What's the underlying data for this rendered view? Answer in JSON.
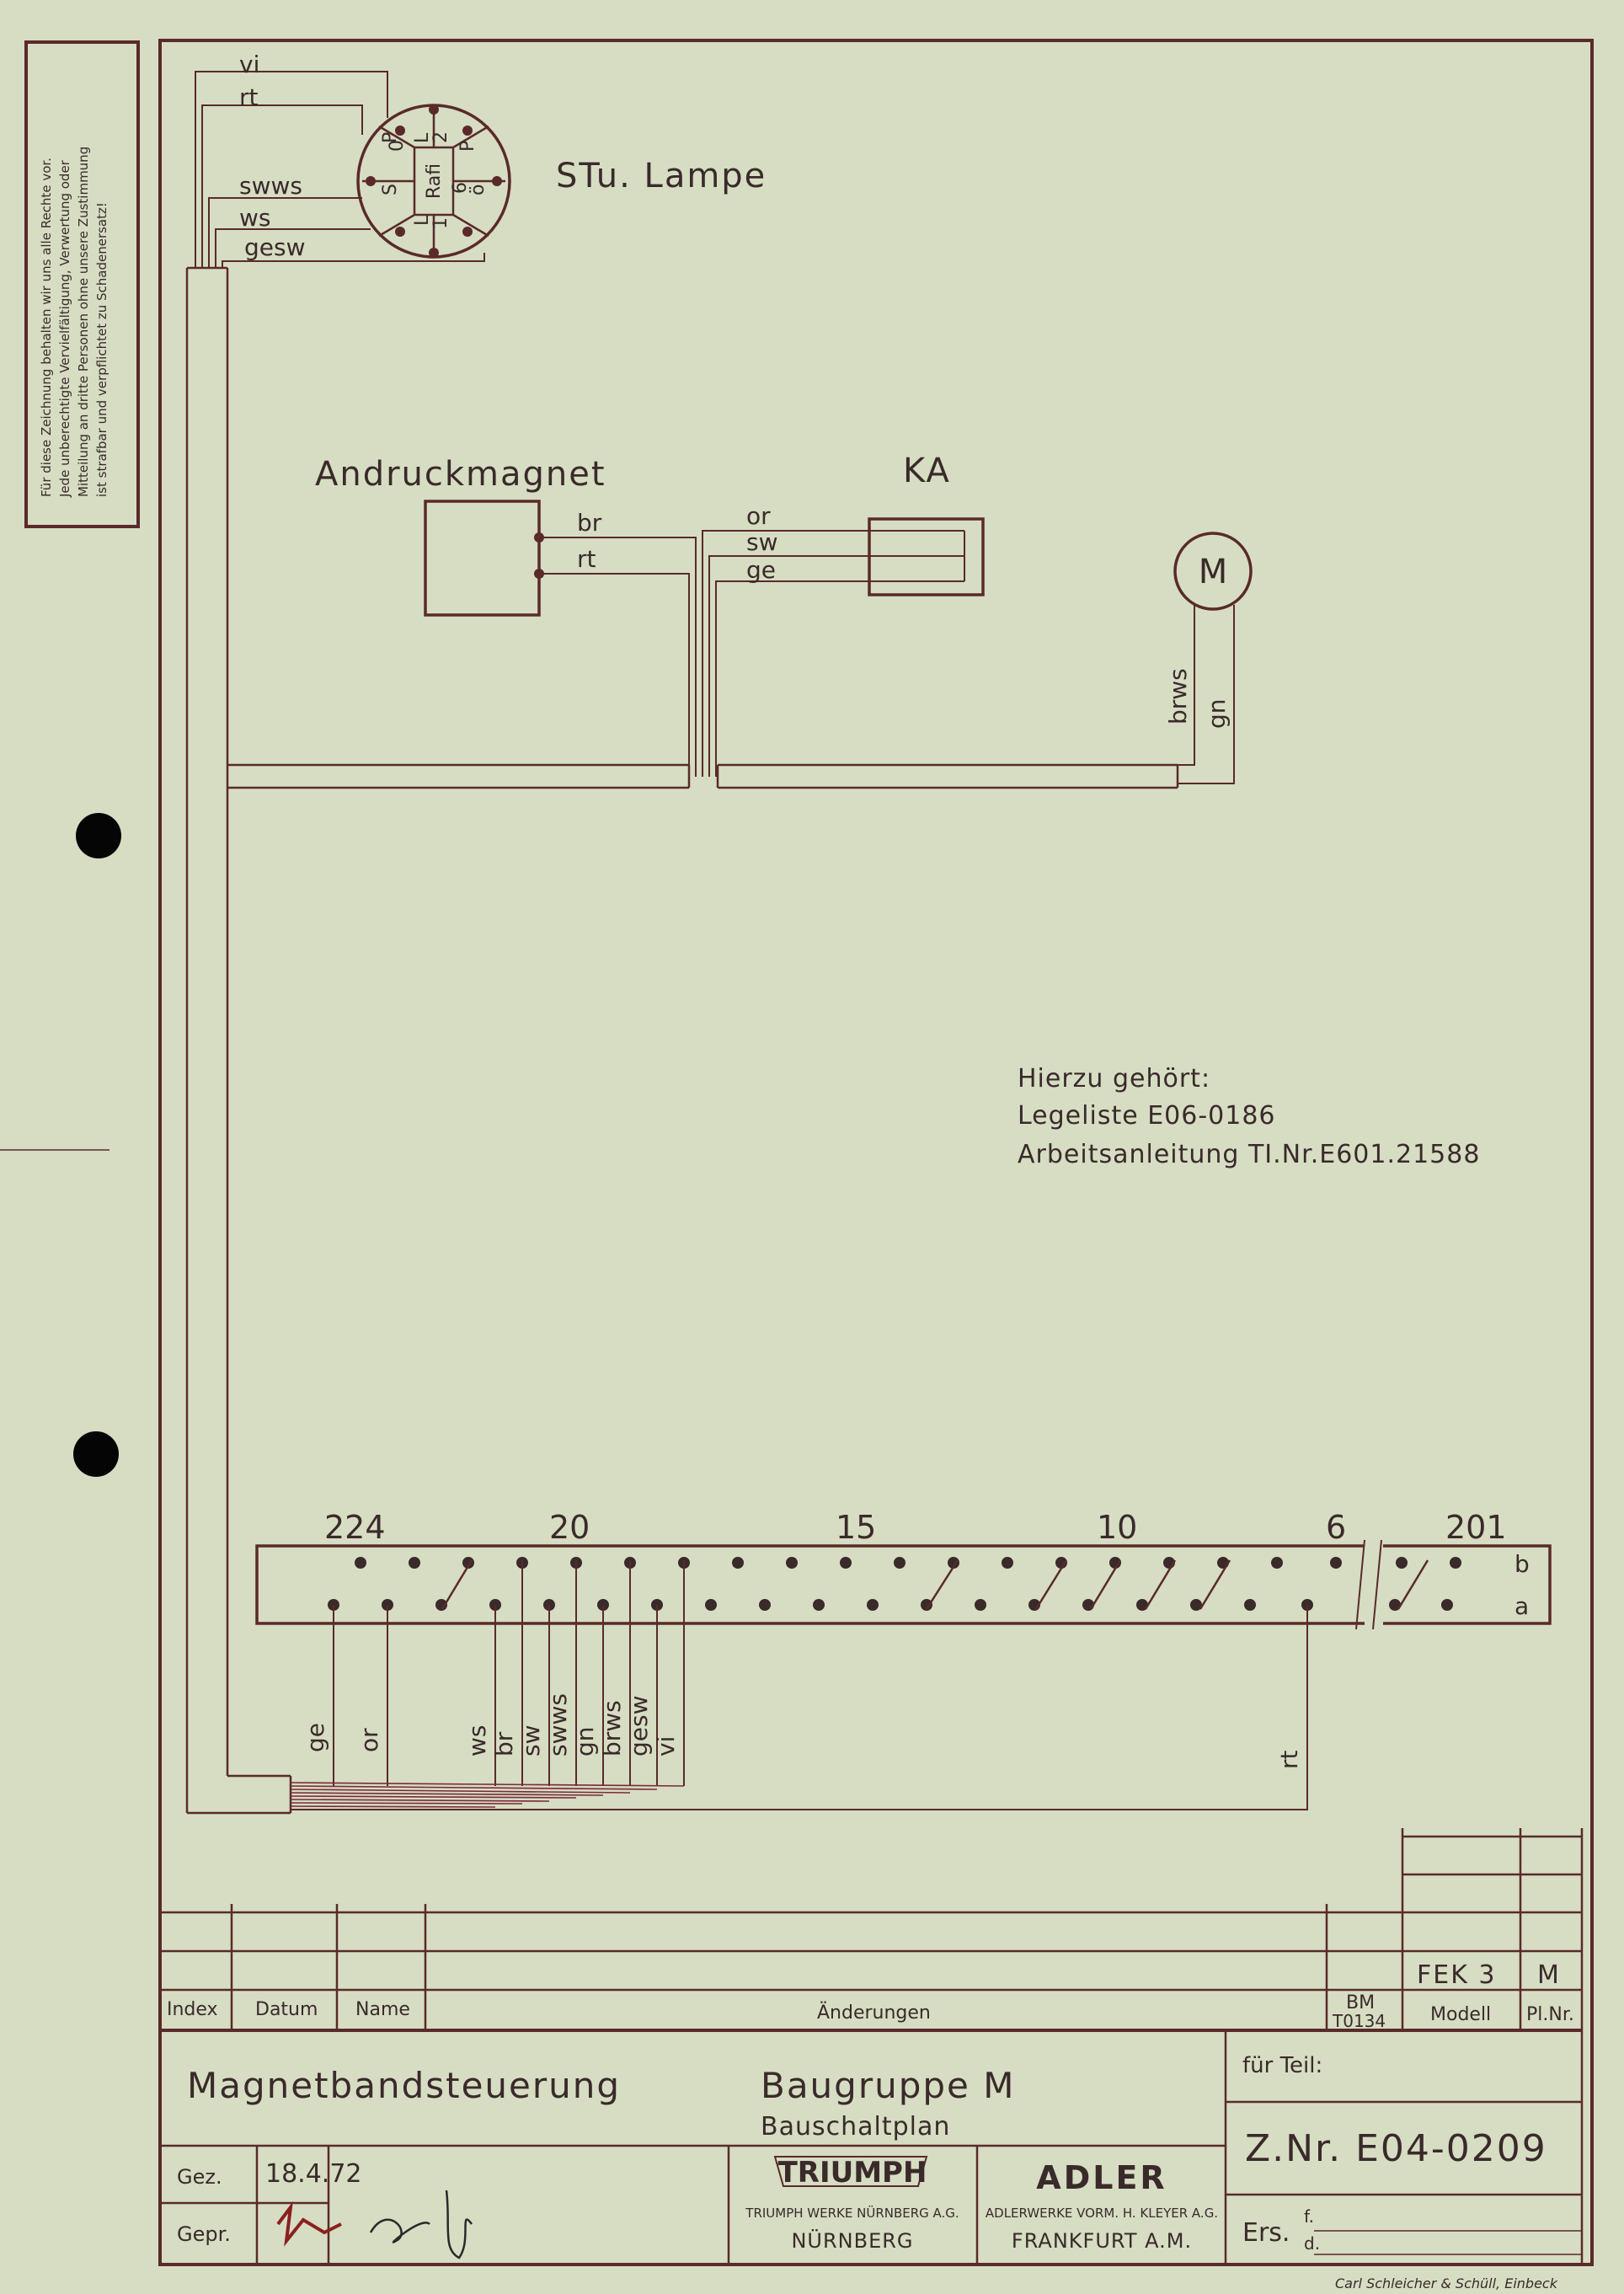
{
  "notice": {
    "lines": [
      "Für diese Zeichnung behalten wir uns alle Rechte vor.",
      "Jede unberechtigte Vervielfältigung, Verwertung oder",
      "Mitteilung an dritte Personen ohne unsere Zustimmung",
      "ist strafbar und verpflichtet zu Schadenersatz!"
    ]
  },
  "connector": {
    "title": "STu. Lampe",
    "pins": [
      "L",
      "2",
      "P",
      "6",
      "ö",
      "1",
      "L",
      "S",
      "0",
      "P"
    ],
    "center_label": "Rafi"
  },
  "wires_top": [
    "vi",
    "rt",
    "swws",
    "ws",
    "gesw"
  ],
  "andruck": {
    "label": "Andruckmagnet",
    "wires": [
      "br",
      "rt"
    ]
  },
  "ka": {
    "label": "KA",
    "wires": [
      "or",
      "sw",
      "ge"
    ]
  },
  "motor": {
    "label": "M",
    "wires": [
      "brws",
      "gn"
    ]
  },
  "note": {
    "lines": [
      "Hierzu gehört:",
      "Legeliste E06-0186",
      "Arbeitsanleitung TI.Nr.E601.21588"
    ]
  },
  "terminal": {
    "numbers": [
      "224",
      "20",
      "15",
      "10",
      "6",
      "201"
    ],
    "rows": [
      "b",
      "a"
    ],
    "wires": [
      "ge",
      "or",
      "ws",
      "br",
      "sw",
      "swws",
      "gn",
      "brws",
      "gesw",
      "vi",
      "rt"
    ]
  },
  "title_block": {
    "headers": {
      "index": "Index",
      "datum": "Datum",
      "name": "Name",
      "aenderungen": "Änderungen",
      "modell": "Modell",
      "plnr": "Pl.Nr."
    },
    "bm": [
      "BM",
      "T0134"
    ],
    "modell_value": "FEK 3",
    "plnr_value": "M",
    "title": "Magnetbandsteuerung",
    "group": "Baugruppe   M",
    "subgroup": "Bauschaltplan",
    "fuer_teil": "für Teil:",
    "znr": "Z.Nr. E04-0209",
    "gez_label": "Gez.",
    "gez_date": "18.4.72",
    "gepr_label": "Gepr.",
    "triumph_logo": "TRIUMPH",
    "triumph_line": "TRIUMPH WERKE NÜRNBERG A.G.",
    "triumph_city": "NÜRNBERG",
    "adler_logo": "ADLER",
    "adler_line": "ADLERWERKE VORM. H. KLEYER A.G.",
    "adler_city": "FRANKFURT A.M.",
    "ers_label": "Ers.",
    "ers_f": "f.",
    "ers_d": "d."
  },
  "printer": "Carl Schleicher & Schüll, Einbeck"
}
